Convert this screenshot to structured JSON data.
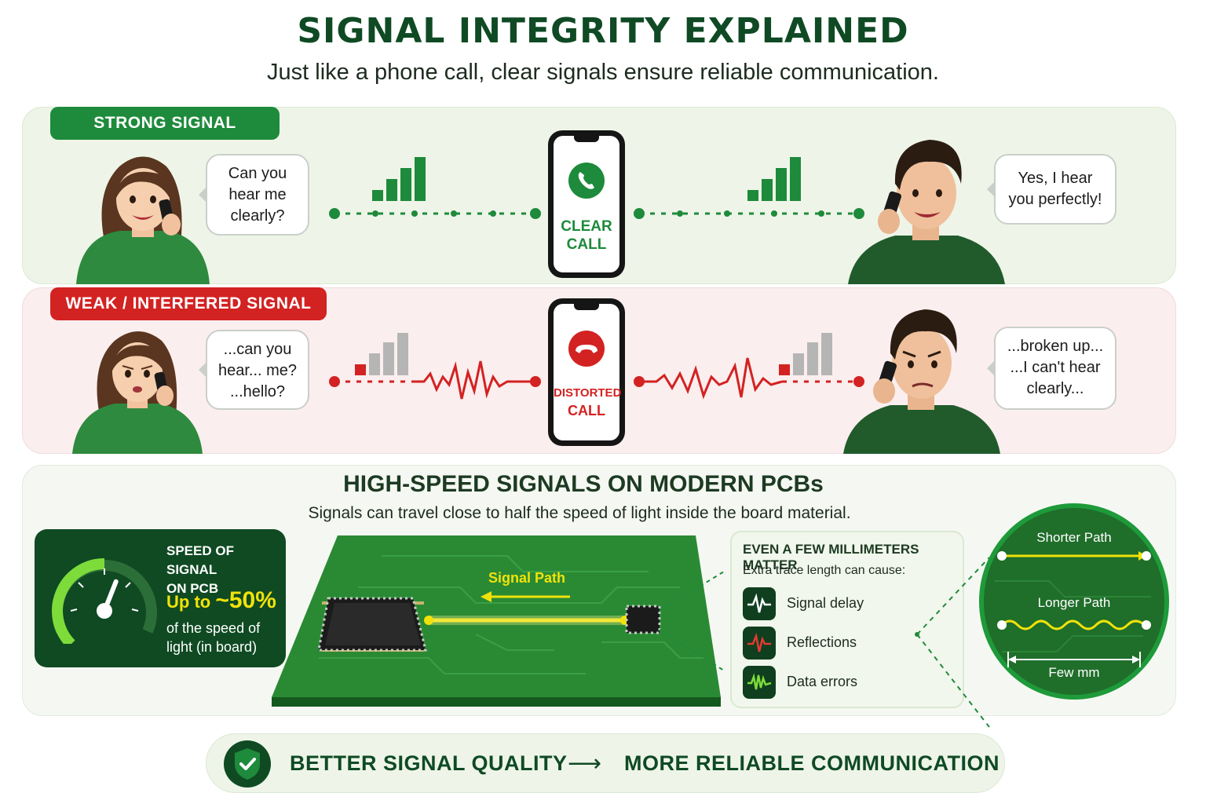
{
  "header": {
    "title": "SIGNAL INTEGRITY EXPLAINED",
    "subtitle": "Just like a phone call, clear signals ensure reliable communication."
  },
  "strong": {
    "tag": "STRONG SIGNAL",
    "left_bubble": [
      "Can you",
      "hear me",
      "clearly?"
    ],
    "right_bubble": [
      "Yes, I hear",
      "you perfectly!"
    ],
    "phone_text": [
      "CLEAR",
      "CALL"
    ],
    "bars_level": 1.0
  },
  "weak": {
    "tag": "WEAK / INTERFERED SIGNAL",
    "left_bubble": [
      "...can you",
      "hear... me?",
      "...hello?"
    ],
    "right_bubble": [
      "...broken up...",
      "...I can't hear",
      "clearly..."
    ],
    "phone_text": [
      "DISTORTED",
      "CALL"
    ],
    "bars_level": 0.25
  },
  "pcb": {
    "title": "HIGH-SPEED SIGNALS ON MODERN PCBs",
    "subtitle": "Signals can travel close to half the speed of light inside the board material.",
    "speed": {
      "title_lines": [
        "SPEED OF SIGNAL",
        "ON PCB"
      ],
      "prefix": "Up to ",
      "value": "~50%",
      "desc_lines": [
        "of the speed of",
        "light (in board)"
      ],
      "gauge_fraction": 0.5
    },
    "signal_path_label": "Signal Path",
    "effects": {
      "heading": "EVEN A FEW MILLIMETERS MATTER",
      "subheading": "Extra trace length can cause:",
      "items": [
        {
          "label": "Signal delay",
          "icon": "wave-icon",
          "color": "#ffffff"
        },
        {
          "label": "Reflections",
          "icon": "wave-icon",
          "color": "#e53935"
        },
        {
          "label": "Data errors",
          "icon": "wave-icon",
          "color": "#7ddc3a"
        }
      ]
    },
    "zoom": {
      "shorter": "Shorter Path",
      "longer": "Longer Path",
      "few_mm": "Few mm"
    }
  },
  "banner": {
    "left": "BETTER SIGNAL QUALITY",
    "arrow": "⟶",
    "right": "MORE RELIABLE COMMUNICATION"
  },
  "colors": {
    "green": "#1e8a3b",
    "dark_green": "#0f4a22",
    "red": "#d32222",
    "yellow": "#f0e20a"
  }
}
